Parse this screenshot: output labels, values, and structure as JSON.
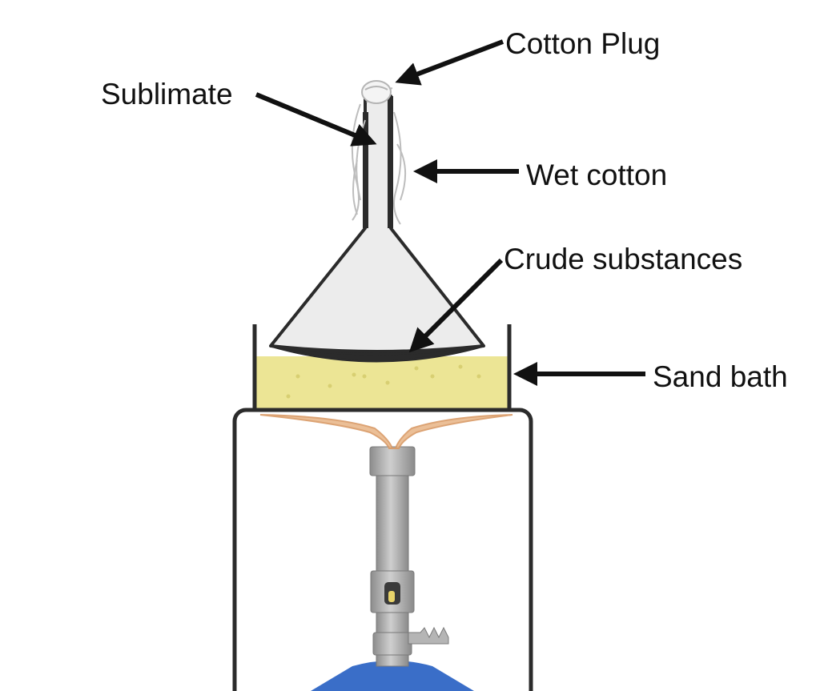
{
  "labels": {
    "cotton_plug": "Cotton Plug",
    "sublimate": "Sublimate",
    "wet_cotton": "Wet cotton",
    "crude_substances": "Crude substances",
    "sand_bath": "Sand bath"
  },
  "colors": {
    "outline": "#2b2b2b",
    "funnel_fill": "#ececec",
    "sand": "#ece595",
    "sand_dots": "#d8cf72",
    "crude": "#2b2b2b",
    "flame": "#e9b98c",
    "burner_tube": "#a7a7a7",
    "burner_base": "#3a6ec8",
    "arrow": "#111111"
  }
}
